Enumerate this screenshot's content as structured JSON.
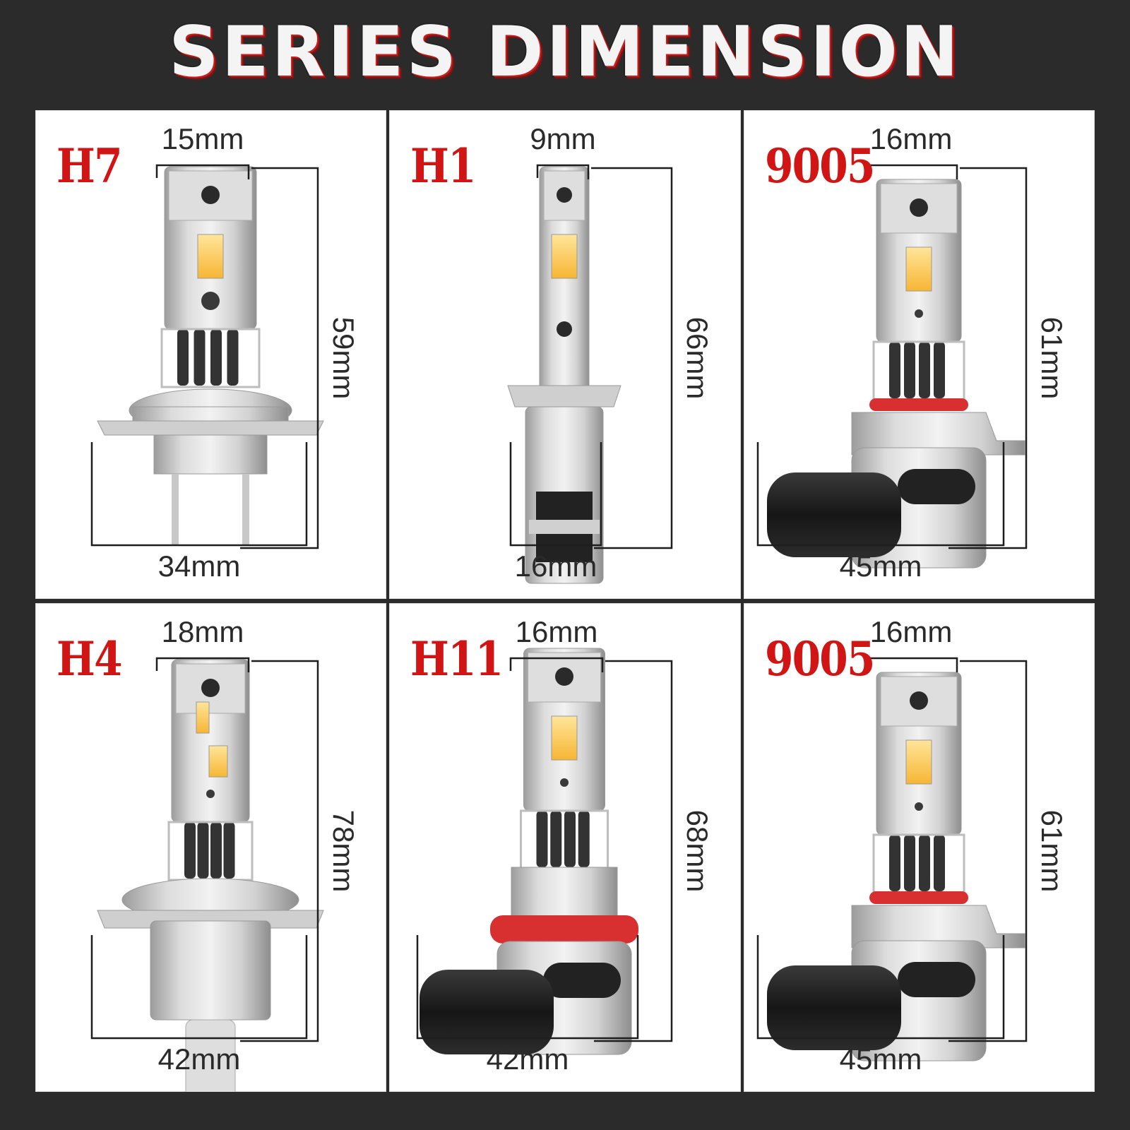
{
  "title": "SERIES DIMENSION",
  "colors": {
    "background": "#2b2b2b",
    "panel": "#ffffff",
    "model_label": "#d11414",
    "title_shadow": "#c42020",
    "seal_ring": "#d83030"
  },
  "bulbs": [
    {
      "model": "H7",
      "width_top": "15mm",
      "height": "59mm",
      "width_bottom": "34mm",
      "base": "h7"
    },
    {
      "model": "H1",
      "width_top": "9mm",
      "height": "66mm",
      "width_bottom": "16mm",
      "base": "h1"
    },
    {
      "model": "9005",
      "width_top": "16mm",
      "height": "61mm",
      "width_bottom": "45mm",
      "base": "9005"
    },
    {
      "model": "H4",
      "width_top": "18mm",
      "height": "78mm",
      "width_bottom": "42mm",
      "base": "h4"
    },
    {
      "model": "H11",
      "width_top": "16mm",
      "height": "68mm",
      "width_bottom": "42mm",
      "base": "h11"
    },
    {
      "model": "9005",
      "width_top": "16mm",
      "height": "61mm",
      "width_bottom": "45mm",
      "base": "9005"
    }
  ]
}
